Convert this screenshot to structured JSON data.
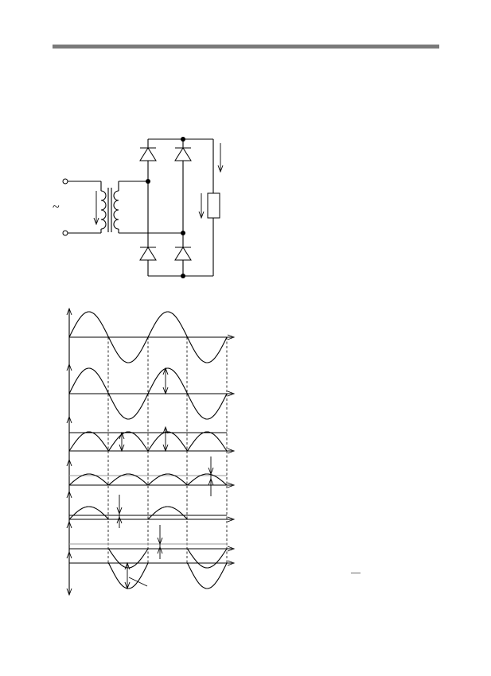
{
  "header": {
    "rule_color": "#7a7a7a"
  },
  "circuit": {
    "source_symbol": "~",
    "components": [
      "transformer-icon",
      "diode-icon",
      "diode-icon",
      "diode-icon",
      "diode-icon",
      "resistor-icon"
    ]
  },
  "waveforms": {
    "rows": [
      {
        "kind": "sine",
        "note": ""
      },
      {
        "kind": "sine",
        "note": ""
      },
      {
        "kind": "full-wave-rectified",
        "note": ""
      },
      {
        "kind": "rectified-with-offset",
        "note": ""
      },
      {
        "kind": "half-wave",
        "note": ""
      },
      {
        "kind": "half-wave-negative",
        "note": ""
      },
      {
        "kind": "reverse-voltage",
        "note": ""
      }
    ],
    "fraction_glyph": "—"
  }
}
